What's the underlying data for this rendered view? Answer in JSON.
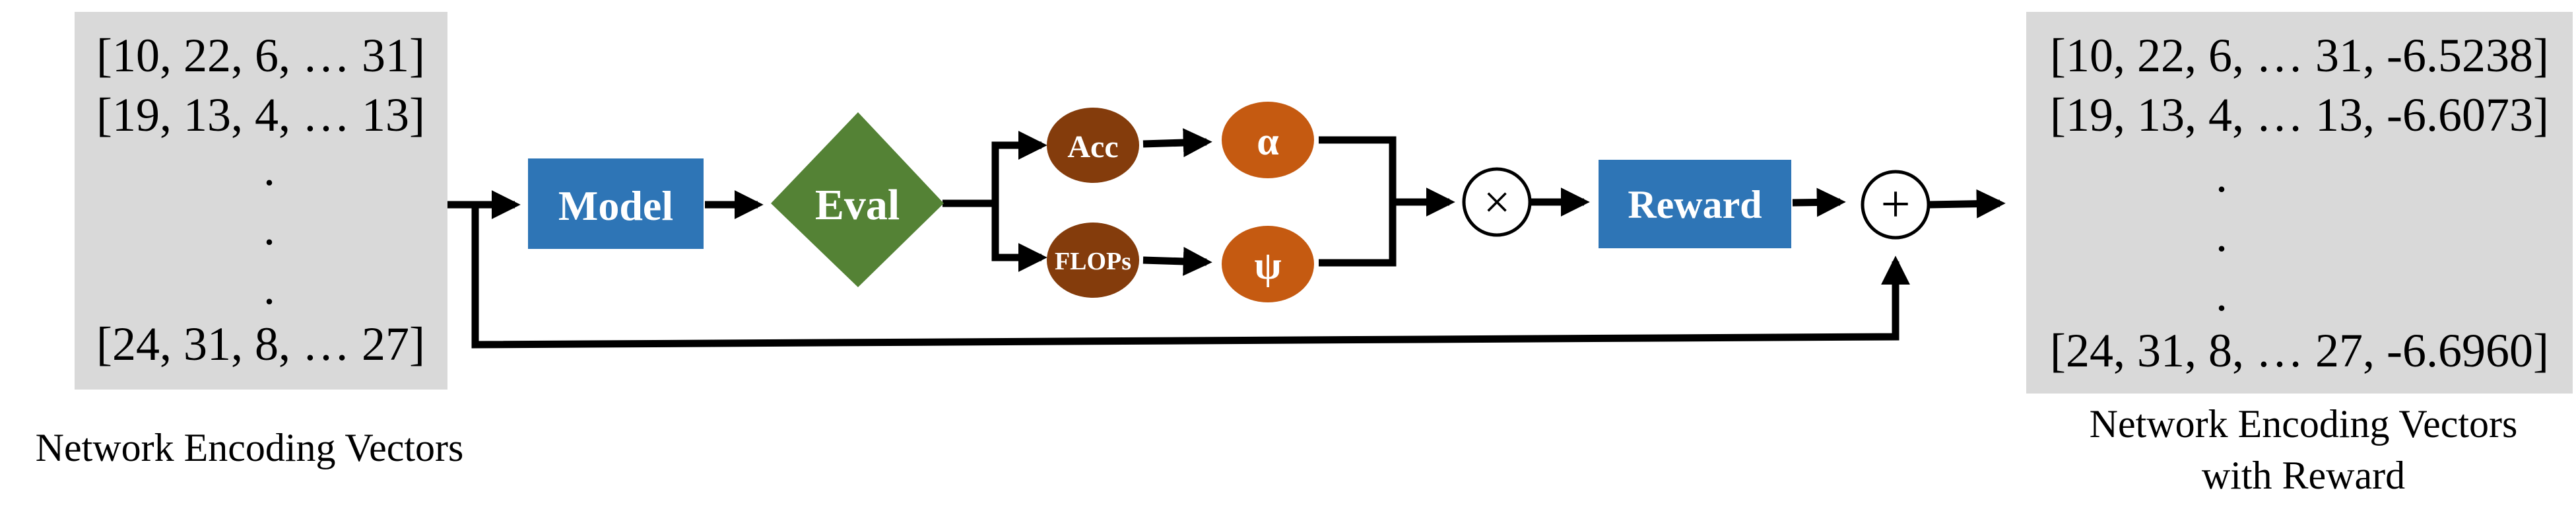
{
  "input_panel": {
    "rows": [
      "[10, 22, 6, … 31]",
      "[19, 13, 4, … 13]",
      ".",
      ".",
      ".",
      "[24, 31, 8, … 27]"
    ],
    "caption": "Network Encoding Vectors"
  },
  "nodes": {
    "model": "Model",
    "eval": "Eval",
    "acc": "Acc",
    "flops": "FLOPs",
    "alpha": "α",
    "psi": "ψ",
    "multiply": "×",
    "reward": "Reward",
    "add": "+"
  },
  "output_panel": {
    "rows": [
      "[10, 22, 6, … 31, -6.5238]",
      "[19, 13, 4, … 13, -6.6073]",
      ".",
      ".",
      ".",
      "[24, 31, 8, … 27, -6.6960]"
    ],
    "caption_line1": "Network Encoding Vectors",
    "caption_line2": "with Reward"
  },
  "colors": {
    "panel_bg": "#d9d9d9",
    "blue_box": "#2e75b6",
    "green_diamond": "#548235",
    "brown_circle": "#843c0c",
    "orange_circle": "#c55a11"
  }
}
